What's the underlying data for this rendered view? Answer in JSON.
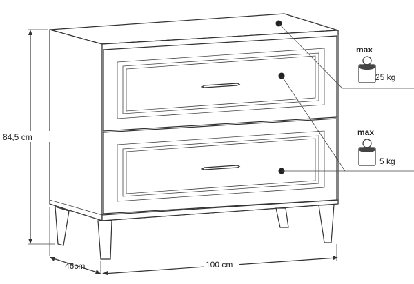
{
  "dimensions": {
    "height": "84,5 cm",
    "depth": "46cm",
    "width": "100 cm"
  },
  "load_limits": [
    {
      "max_label": "max",
      "weight": "25 kg"
    },
    {
      "max_label": "max",
      "weight": "5 kg"
    }
  ],
  "icons": {
    "weight": "weight-icon",
    "load_point": "load-point-dot-icon"
  },
  "colors": {
    "line": "#333333",
    "weight_top": "#444444",
    "background": "#ffffff"
  }
}
